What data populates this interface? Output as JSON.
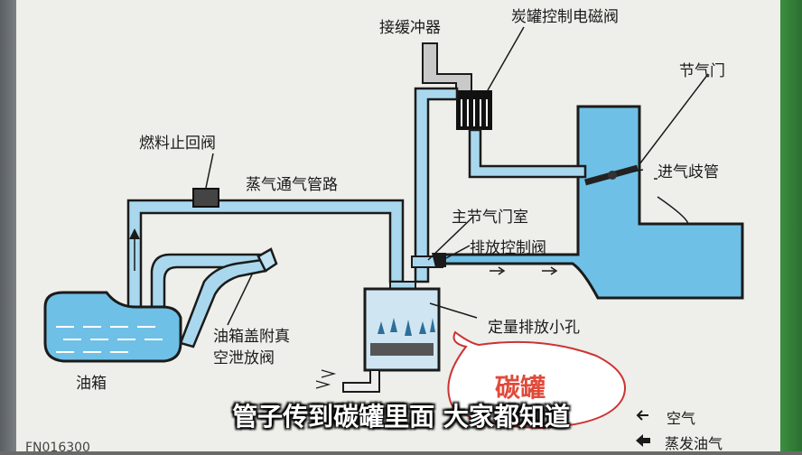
{
  "labels": {
    "buffer": "接缓冲器",
    "canister_solenoid": "炭罐控制电磁阀",
    "throttle": "节气门",
    "check_valve": "燃料止回阀",
    "vapor_line": "蒸气通气管路",
    "intake_manifold": "进气歧管",
    "main_throttle_chamber": "主节气门室",
    "purge_control_valve": "排放控制阀",
    "cap_vent_valve_1": "油箱盖附真",
    "cap_vent_valve_2": "空泄放阀",
    "metering_orifice": "定量排放小孔",
    "fuel_tank": "油箱",
    "canister": "碳罐"
  },
  "legend": {
    "air": "空气",
    "fuel_vapor": "蒸发油气"
  },
  "subtitle": "管子传到碳罐里面 大家都知道",
  "watermark": "FN016300",
  "colors": {
    "pipe": "#a9d8ee",
    "pipe_edge": "#1b1b1b",
    "water": "#5bb6e0",
    "tank_fill": "#6fc0e6",
    "bubble_text": "#e04a3a"
  }
}
